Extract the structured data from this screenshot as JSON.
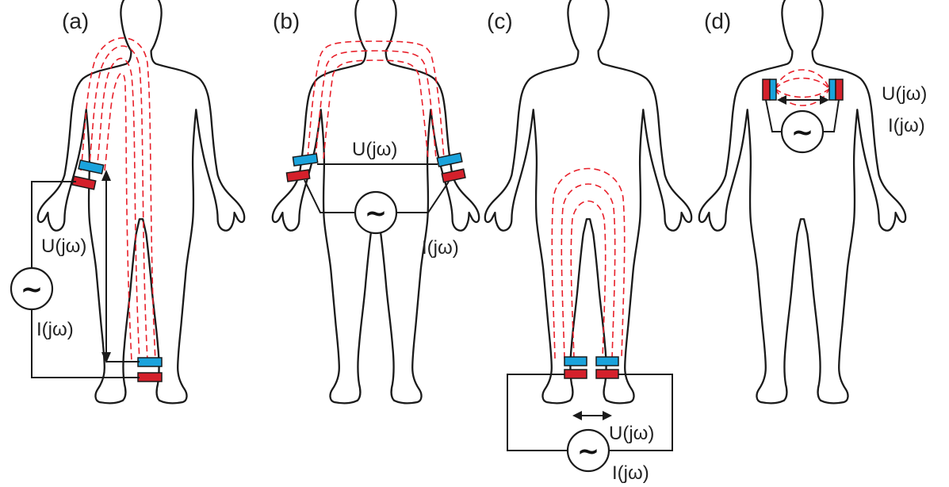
{
  "colors": {
    "outline": "#1a1a1a",
    "current_path": "#e8202a",
    "voltage_electrode": "#1aa3dc",
    "current_electrode": "#d4202b",
    "wire": "#1a1a1a"
  },
  "source_symbol": "~",
  "panels": [
    {
      "id": "a",
      "label": "(a)",
      "voltage_label": "U(jω)",
      "current_label": "I(jω)"
    },
    {
      "id": "b",
      "label": "(b)",
      "voltage_label": "U(jω)",
      "current_label": "I(jω)"
    },
    {
      "id": "c",
      "label": "(c)",
      "voltage_label": "U(jω)",
      "current_label": "I(jω)"
    },
    {
      "id": "d",
      "label": "(d)",
      "voltage_label": "U(jω)",
      "current_label": "I(jω)"
    }
  ]
}
